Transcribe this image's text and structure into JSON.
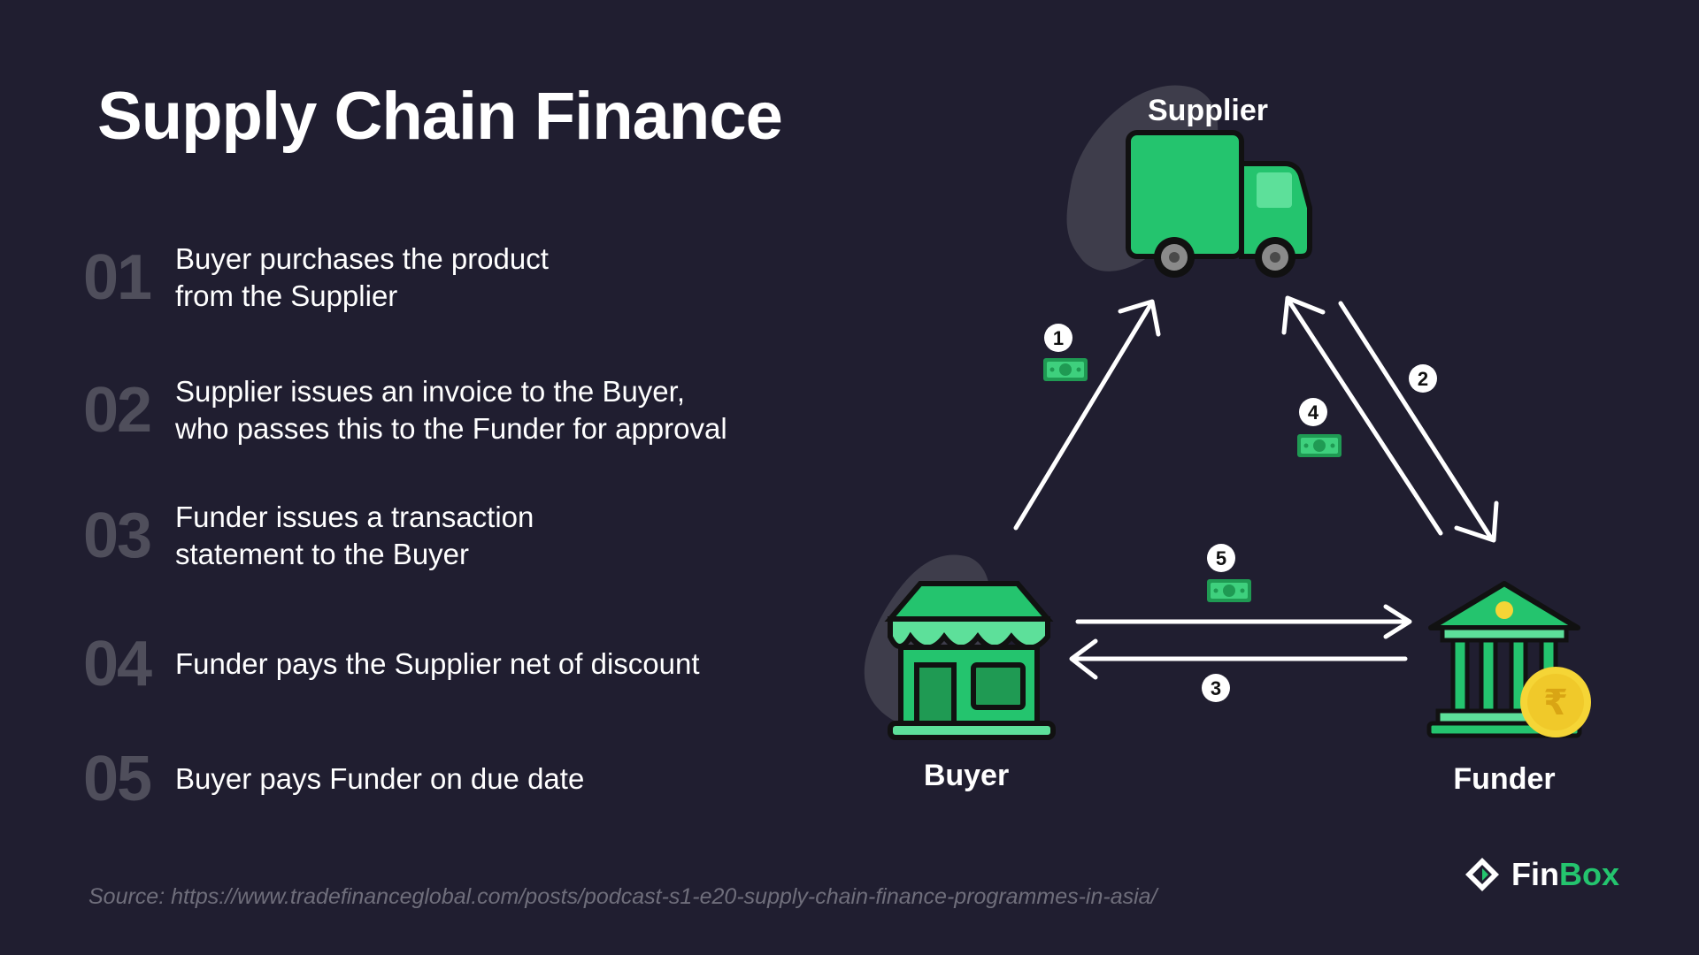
{
  "title": "Supply Chain Finance",
  "steps": [
    {
      "num": "01",
      "text": "Buyer purchases the product\nfrom the Supplier"
    },
    {
      "num": "02",
      "text": "Supplier issues an invoice to the Buyer,\nwho passes this to the Funder for approval"
    },
    {
      "num": "03",
      "text": "Funder issues a transaction\nstatement to the Buyer"
    },
    {
      "num": "04",
      "text": "Funder pays the Supplier net of discount"
    },
    {
      "num": "05",
      "text": "Buyer pays Funder on due date"
    }
  ],
  "diagram": {
    "supplier_label": "Supplier",
    "buyer_label": "Buyer",
    "funder_label": "Funder",
    "badges": [
      "1",
      "2",
      "3",
      "4",
      "5"
    ],
    "currency_symbol": "₹"
  },
  "source": "Source: https://www.tradefinanceglobal.com/posts/podcast-s1-e20-supply-chain-finance-programmes-in-asia/",
  "logo": {
    "fin": "Fin",
    "box": "Box"
  },
  "colors": {
    "background": "#201e30",
    "accent_green": "#24c46e",
    "step_number_gray": "#4f4e5b",
    "coin_yellow": "#f5d536"
  }
}
